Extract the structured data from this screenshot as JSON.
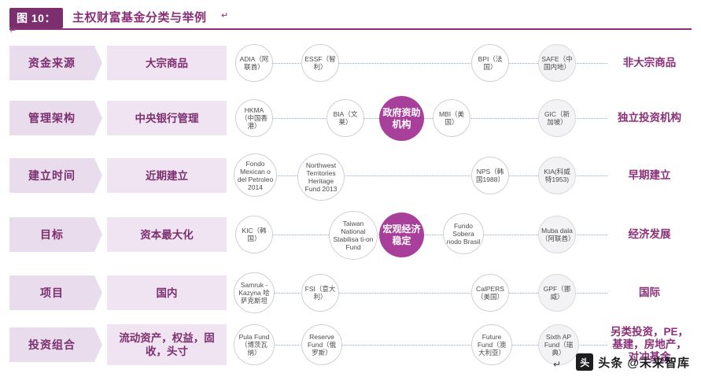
{
  "title": {
    "tag": "图 10：",
    "text": "主权财富基金分类与举例",
    "mark": "↵",
    "para_mark": "↵"
  },
  "colors": {
    "brand_purple": "#8b2f78",
    "tag_purple": "#7c2f6e",
    "light_box": "#f0e4f2",
    "label_box": "#e9dced",
    "bubble_accent": "#a83f9a",
    "connector": "#8fa8d8"
  },
  "watermark": {
    "mark": "↵",
    "logo": "头",
    "text": "头条 @未来智库"
  },
  "rows": [
    {
      "label": "资金来源",
      "left": "大宗商品",
      "right": "非大宗商品",
      "bubbles": [
        {
          "text": "ADIA（阿联酋）",
          "style": "white"
        },
        {
          "text": "ESSF（智利）",
          "style": "white"
        },
        {
          "text": "BPI（法国）",
          "style": "white"
        },
        {
          "text": "SAFE（中国内地）",
          "style": "gray"
        }
      ]
    },
    {
      "label": "管理架构",
      "left": "中央银行管理",
      "right": "独立投资机构",
      "bubbles": [
        {
          "text": "HKMA（中国香港）",
          "style": "white"
        },
        {
          "text": "BIA（文莱）",
          "style": "white"
        },
        {
          "text": "政府资助机构",
          "style": "purple"
        },
        {
          "text": "MBI（美国）",
          "style": "white"
        },
        {
          "text": "GIC（新加坡）",
          "style": "gray"
        }
      ]
    },
    {
      "label": "建立时间",
      "left": "近期建立",
      "right": "早期建立",
      "bubbles": [
        {
          "text": "Fondo Mexican o del Petroleo 2014",
          "style": "white"
        },
        {
          "text": "Northwest Territories Heritage Fund 2013",
          "style": "white"
        },
        {
          "text": "NPS（韩国1988）",
          "style": "white"
        },
        {
          "text": "KIA(科威特1953)",
          "style": "gray"
        }
      ]
    },
    {
      "label": "目标",
      "left": "资本最大化",
      "right": "经济发展",
      "bubbles": [
        {
          "text": "KIC（韩国）",
          "style": "white"
        },
        {
          "text": "Taiwan National Stabilisa ti-on Fund",
          "style": "white"
        },
        {
          "text": "宏观经济稳定",
          "style": "purple"
        },
        {
          "text": "Fundo Sobera nodo Brasil",
          "style": "white"
        },
        {
          "text": "Muba dala（阿联酋）",
          "style": "gray"
        }
      ]
    },
    {
      "label": "项目",
      "left": "国内",
      "right": "国际",
      "bubbles": [
        {
          "text": "Samruk -Kazyna 哈萨克斯坦",
          "style": "white"
        },
        {
          "text": "FSI（意大利）",
          "style": "white"
        },
        {
          "text": "CalPERS（美国）",
          "style": "white"
        },
        {
          "text": "GPF（挪威）",
          "style": "gray"
        }
      ]
    },
    {
      "label": "投资组合",
      "left": "流动资产，权益，固收，头寸",
      "right": "另类投资，PE，基建，房地产，对冲基金",
      "bubbles": [
        {
          "text": "Pula Fund（博茨瓦纳）",
          "style": "white"
        },
        {
          "text": "Reserve Fund（俄罗斯）",
          "style": "white"
        },
        {
          "text": "Future Fund（澳大利亚）",
          "style": "white"
        },
        {
          "text": "Sixth AP Fund（瑞典）",
          "style": "gray"
        }
      ]
    }
  ]
}
